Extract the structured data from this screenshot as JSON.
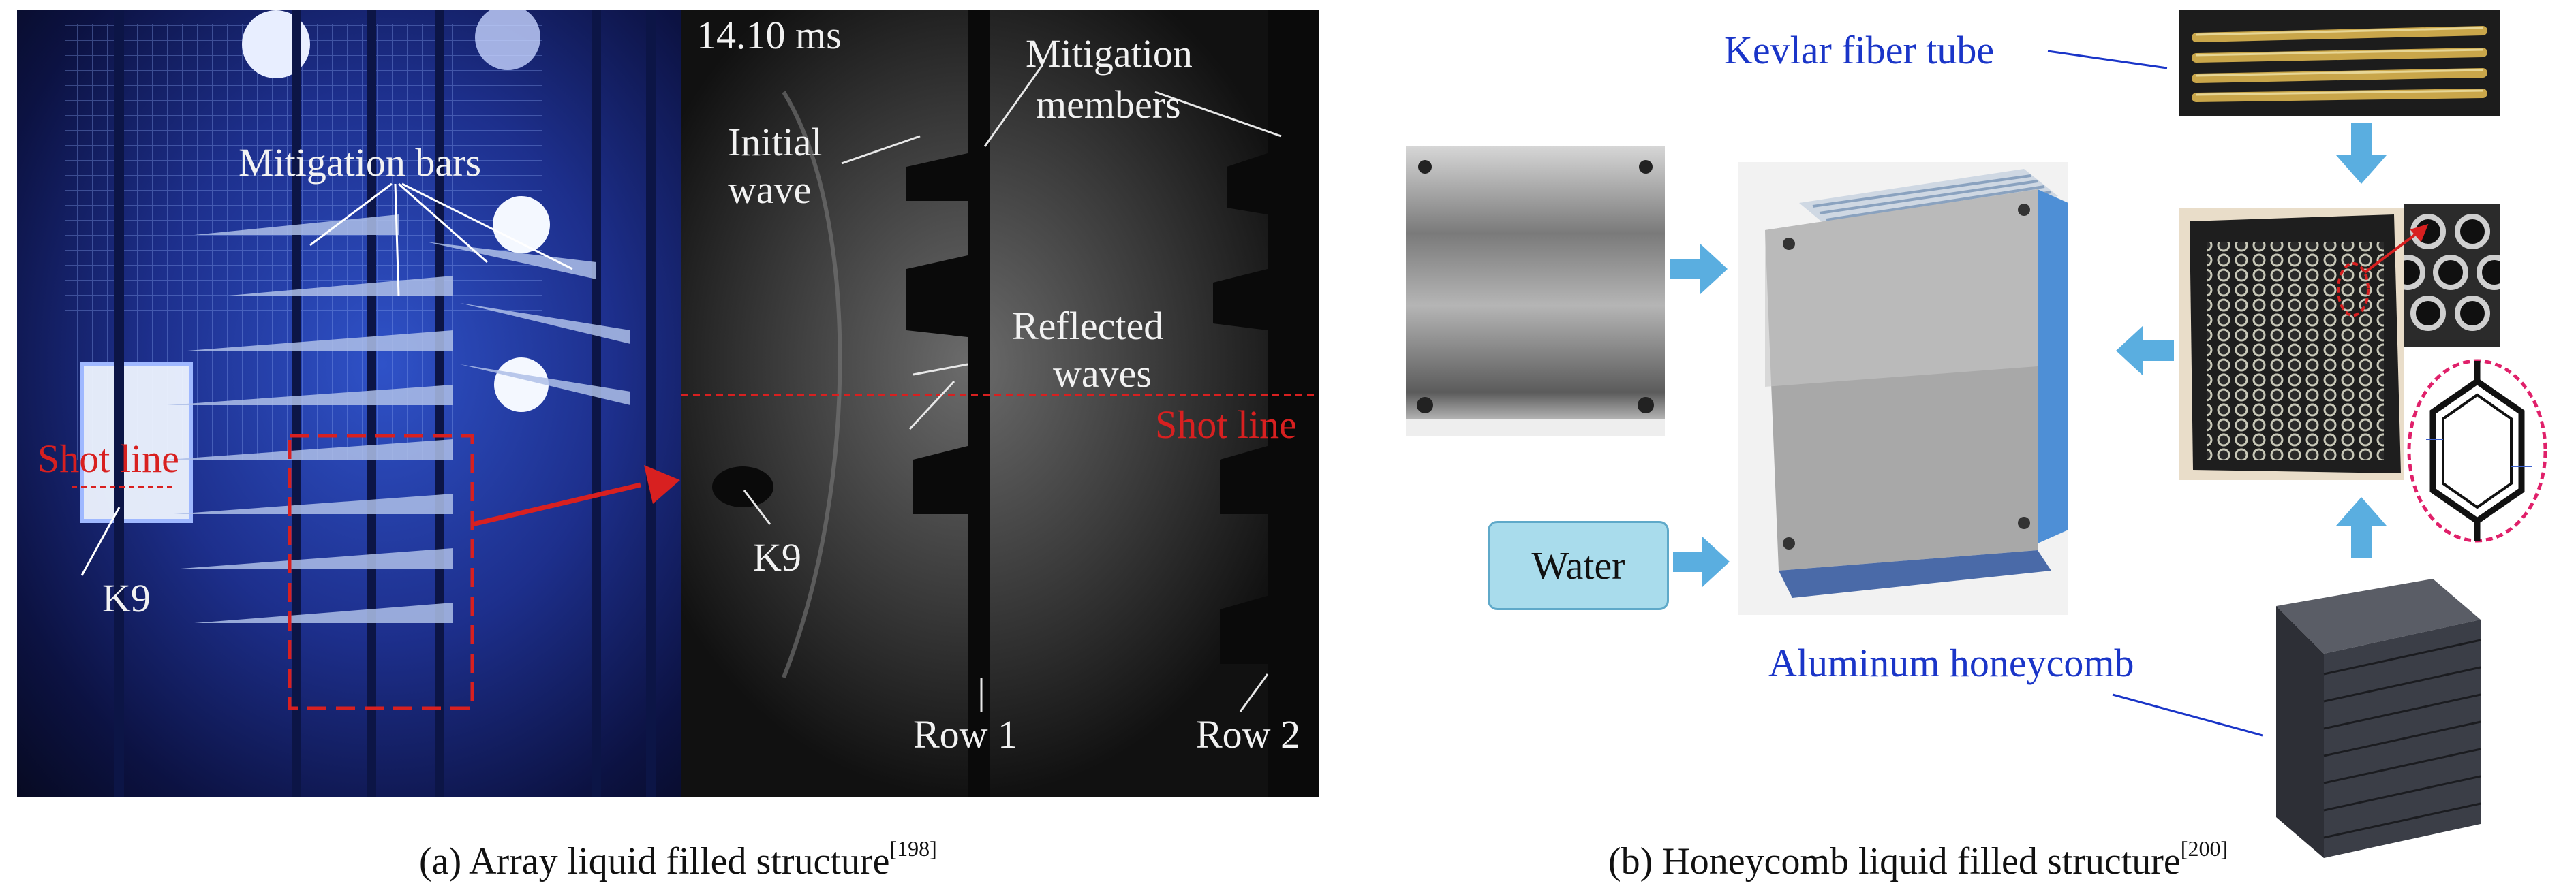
{
  "left_panel": {
    "labels": {
      "mitigation_bars": "Mitigation bars",
      "shot_line": "Shot line",
      "k9": "K9"
    }
  },
  "middle_panel": {
    "timestamp": "14.10 ms",
    "labels": {
      "mitigation_line1": "Mitigation",
      "mitigation_line2": "members",
      "initial_line1": "Initial",
      "initial_line2": "wave",
      "reflected_line1": "Reflected",
      "reflected_line2": "waves",
      "shot_line": "Shot line",
      "k9": "K9",
      "row1": "Row 1",
      "row2": "Row 2"
    }
  },
  "right_panel": {
    "labels": {
      "kevlar": "Kevlar fiber tube",
      "water": "Water",
      "aluminum": "Aluminum honeycomb"
    }
  },
  "captions": {
    "a_text": "(a) Array liquid filled structure",
    "a_ref": "[198]",
    "b_text": "(b) Honeycomb liquid filled structure",
    "b_ref": "[200]"
  },
  "colors": {
    "annotation_red": "#d82020",
    "annotation_blue": "#1a35c8",
    "arrow_blue": "#5aaee0",
    "water_box": "#a9dcec"
  }
}
